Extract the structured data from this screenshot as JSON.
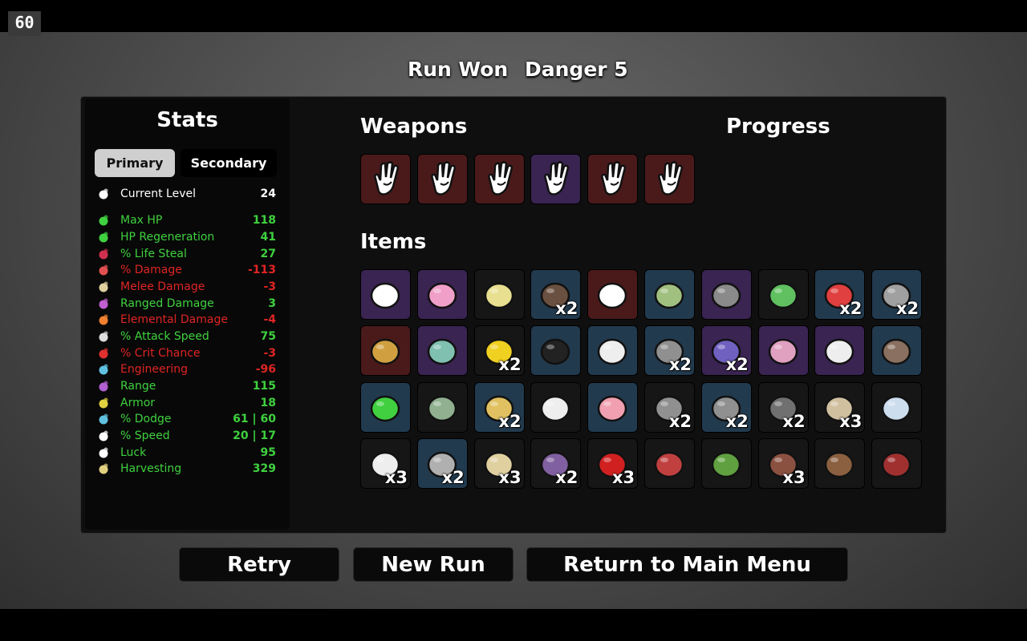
{
  "fps": "60",
  "header": {
    "status": "Run Won",
    "danger": "Danger 5"
  },
  "colors": {
    "positive": "#3fd13f",
    "negative": "#e02424",
    "neutral": "#ffffff"
  },
  "stats": {
    "title": "Stats",
    "tabs": {
      "primary": "Primary",
      "secondary": "Secondary"
    },
    "rows": [
      {
        "label": "Current Level",
        "value": "24",
        "icon": "level-icon",
        "color": "#ffffff",
        "icolor": "#ffffff"
      },
      {
        "label": "Max HP",
        "value": "118",
        "icon": "heart-icon",
        "color": "#3fd13f",
        "icolor": "#3fd13f"
      },
      {
        "label": "HP Regeneration",
        "value": "41",
        "icon": "regen-icon",
        "color": "#3fd13f",
        "icolor": "#3fd13f"
      },
      {
        "label": "% Life Steal",
        "value": "27",
        "icon": "lifesteal-icon",
        "color": "#3fd13f",
        "icolor": "#d03050"
      },
      {
        "label": "% Damage",
        "value": "-113",
        "icon": "damage-icon",
        "color": "#e02424",
        "icolor": "#e05050"
      },
      {
        "label": "Melee Damage",
        "value": "-3",
        "icon": "sword-icon",
        "color": "#e02424",
        "icolor": "#e0d0a0"
      },
      {
        "label": "Ranged Damage",
        "value": "3",
        "icon": "bow-icon",
        "color": "#3fd13f",
        "icolor": "#c060d0"
      },
      {
        "label": "Elemental Damage",
        "value": "-4",
        "icon": "flame-icon",
        "color": "#e02424",
        "icolor": "#f08030"
      },
      {
        "label": "% Attack Speed",
        "value": "75",
        "icon": "hourglass-icon",
        "color": "#3fd13f",
        "icolor": "#dddddd"
      },
      {
        "label": "% Crit Chance",
        "value": "-3",
        "icon": "crit-icon",
        "color": "#e02424",
        "icolor": "#e03030"
      },
      {
        "label": "Engineering",
        "value": "-96",
        "icon": "wrench-icon",
        "color": "#e02424",
        "icolor": "#60c0e0"
      },
      {
        "label": "Range",
        "value": "115",
        "icon": "range-icon",
        "color": "#3fd13f",
        "icolor": "#b060d0"
      },
      {
        "label": "Armor",
        "value": "18",
        "icon": "shield-icon",
        "color": "#3fd13f",
        "icolor": "#e0d040"
      },
      {
        "label": "% Dodge",
        "value": "61 | 60",
        "icon": "dodge-icon",
        "color": "#3fd13f",
        "icolor": "#60c0e0"
      },
      {
        "label": "% Speed",
        "value": "20 | 17",
        "icon": "boot-icon",
        "color": "#3fd13f",
        "icolor": "#ffffff"
      },
      {
        "label": "Luck",
        "value": "95",
        "icon": "dice-icon",
        "color": "#3fd13f",
        "icolor": "#ffffff"
      },
      {
        "label": "Harvesting",
        "value": "329",
        "icon": "wheat-icon",
        "color": "#3fd13f",
        "icolor": "#e0d080"
      }
    ]
  },
  "weapons": {
    "title": "Weapons",
    "slots": [
      {
        "name": "hand-weapon",
        "bg": "#4a1a1a"
      },
      {
        "name": "hand-weapon",
        "bg": "#4a1a1a"
      },
      {
        "name": "hand-weapon",
        "bg": "#4a1a1a"
      },
      {
        "name": "hand-weapon",
        "bg": "#3a2452"
      },
      {
        "name": "hand-weapon",
        "bg": "#4a1a1a"
      },
      {
        "name": "hand-weapon",
        "bg": "#4a1a1a"
      }
    ]
  },
  "progress": {
    "title": "Progress"
  },
  "items": {
    "title": "Items",
    "slots": [
      {
        "icon": "egg-icon",
        "bg": "#3a2452",
        "qty": "",
        "c": "#ffffff"
      },
      {
        "icon": "pink-blob-icon",
        "bg": "#3a2452",
        "qty": "",
        "c": "#f0a0c8"
      },
      {
        "icon": "jar-icon",
        "bg": "#161616",
        "qty": "",
        "c": "#e8e090"
      },
      {
        "icon": "cornucopia-icon",
        "bg": "#223a4e",
        "qty": "x2",
        "c": "#6a5040"
      },
      {
        "icon": "panda-icon",
        "bg": "#4a1a1a",
        "qty": "",
        "c": "#ffffff"
      },
      {
        "icon": "plant-box-icon",
        "bg": "#223a4e",
        "qty": "",
        "c": "#a0c080"
      },
      {
        "icon": "goggles-icon",
        "bg": "#3a2452",
        "qty": "",
        "c": "#8a8a8a"
      },
      {
        "icon": "sprout-icon",
        "bg": "#161616",
        "qty": "",
        "c": "#60c060"
      },
      {
        "icon": "magnet-icon",
        "bg": "#223a4e",
        "qty": "x2",
        "c": "#e04040"
      },
      {
        "icon": "mesh-icon",
        "bg": "#223a4e",
        "qty": "x2",
        "c": "#a0a0a0"
      },
      {
        "icon": "potato-icon",
        "bg": "#4a1a1a",
        "qty": "",
        "c": "#d0a040"
      },
      {
        "icon": "chameleon-icon",
        "bg": "#3a2452",
        "qty": "",
        "c": "#80c0b0"
      },
      {
        "icon": "duck-icon",
        "bg": "#161616",
        "qty": "x2",
        "c": "#f0d020"
      },
      {
        "icon": "scarf-icon",
        "bg": "#223a4e",
        "qty": "",
        "c": "#222222"
      },
      {
        "icon": "rabbit-icon",
        "bg": "#223a4e",
        "qty": "",
        "c": "#eeeeee"
      },
      {
        "icon": "crown-icon",
        "bg": "#223a4e",
        "qty": "x2",
        "c": "#909090"
      },
      {
        "icon": "ghost-icon",
        "bg": "#3a2452",
        "qty": "x2",
        "c": "#7060c0"
      },
      {
        "icon": "brain-icon",
        "bg": "#3a2452",
        "qty": "",
        "c": "#e0a0c0"
      },
      {
        "icon": "wings-icon",
        "bg": "#3a2452",
        "qty": "",
        "c": "#eeeeee"
      },
      {
        "icon": "wheelbarrow-icon",
        "bg": "#223a4e",
        "qty": "",
        "c": "#8a7060"
      },
      {
        "icon": "flask-icon",
        "bg": "#223a4e",
        "qty": "",
        "c": "#40d040"
      },
      {
        "icon": "bush-bag-icon",
        "bg": "#161616",
        "qty": "",
        "c": "#90b090"
      },
      {
        "icon": "necklace-icon",
        "bg": "#223a4e",
        "qty": "x2",
        "c": "#e0c060"
      },
      {
        "icon": "flag-icon",
        "bg": "#161616",
        "qty": "",
        "c": "#eeeeee"
      },
      {
        "icon": "pig-icon",
        "bg": "#223a4e",
        "qty": "",
        "c": "#f0a0b0"
      },
      {
        "icon": "helmet-icon",
        "bg": "#161616",
        "qty": "x2",
        "c": "#909090"
      },
      {
        "icon": "pocket-icon",
        "bg": "#223a4e",
        "qty": "x2",
        "c": "#909090"
      },
      {
        "icon": "cat-icon",
        "bg": "#161616",
        "qty": "x2",
        "c": "#707070"
      },
      {
        "icon": "helmet-horn-icon",
        "bg": "#161616",
        "qty": "x3",
        "c": "#d0c0a0"
      },
      {
        "icon": "eyes-icon",
        "bg": "#161616",
        "qty": "",
        "c": "#ccddee"
      },
      {
        "icon": "claw-icon",
        "bg": "#161616",
        "qty": "x3",
        "c": "#eeeeee"
      },
      {
        "icon": "blade-icon",
        "bg": "#223a4e",
        "qty": "x2",
        "c": "#b0b0b0"
      },
      {
        "icon": "scroll-icon",
        "bg": "#161616",
        "qty": "x3",
        "c": "#e0d0a0"
      },
      {
        "icon": "mushroom-icon",
        "bg": "#161616",
        "qty": "x2",
        "c": "#8060a0"
      },
      {
        "icon": "fist-icon",
        "bg": "#161616",
        "qty": "x3",
        "c": "#d02020"
      },
      {
        "icon": "tentacle-icon",
        "bg": "#161616",
        "qty": "",
        "c": "#c04040"
      },
      {
        "icon": "tree-icon",
        "bg": "#161616",
        "qty": "",
        "c": "#60a040"
      },
      {
        "icon": "hut-icon",
        "bg": "#161616",
        "qty": "x3",
        "c": "#8a5040"
      },
      {
        "icon": "poop-icon",
        "bg": "#161616",
        "qty": "",
        "c": "#8a6040"
      },
      {
        "icon": "shirt-icon",
        "bg": "#161616",
        "qty": "",
        "c": "#a03030"
      }
    ]
  },
  "buttons": {
    "retry": "Retry",
    "new_run": "New Run",
    "main_menu": "Return to Main Menu"
  }
}
